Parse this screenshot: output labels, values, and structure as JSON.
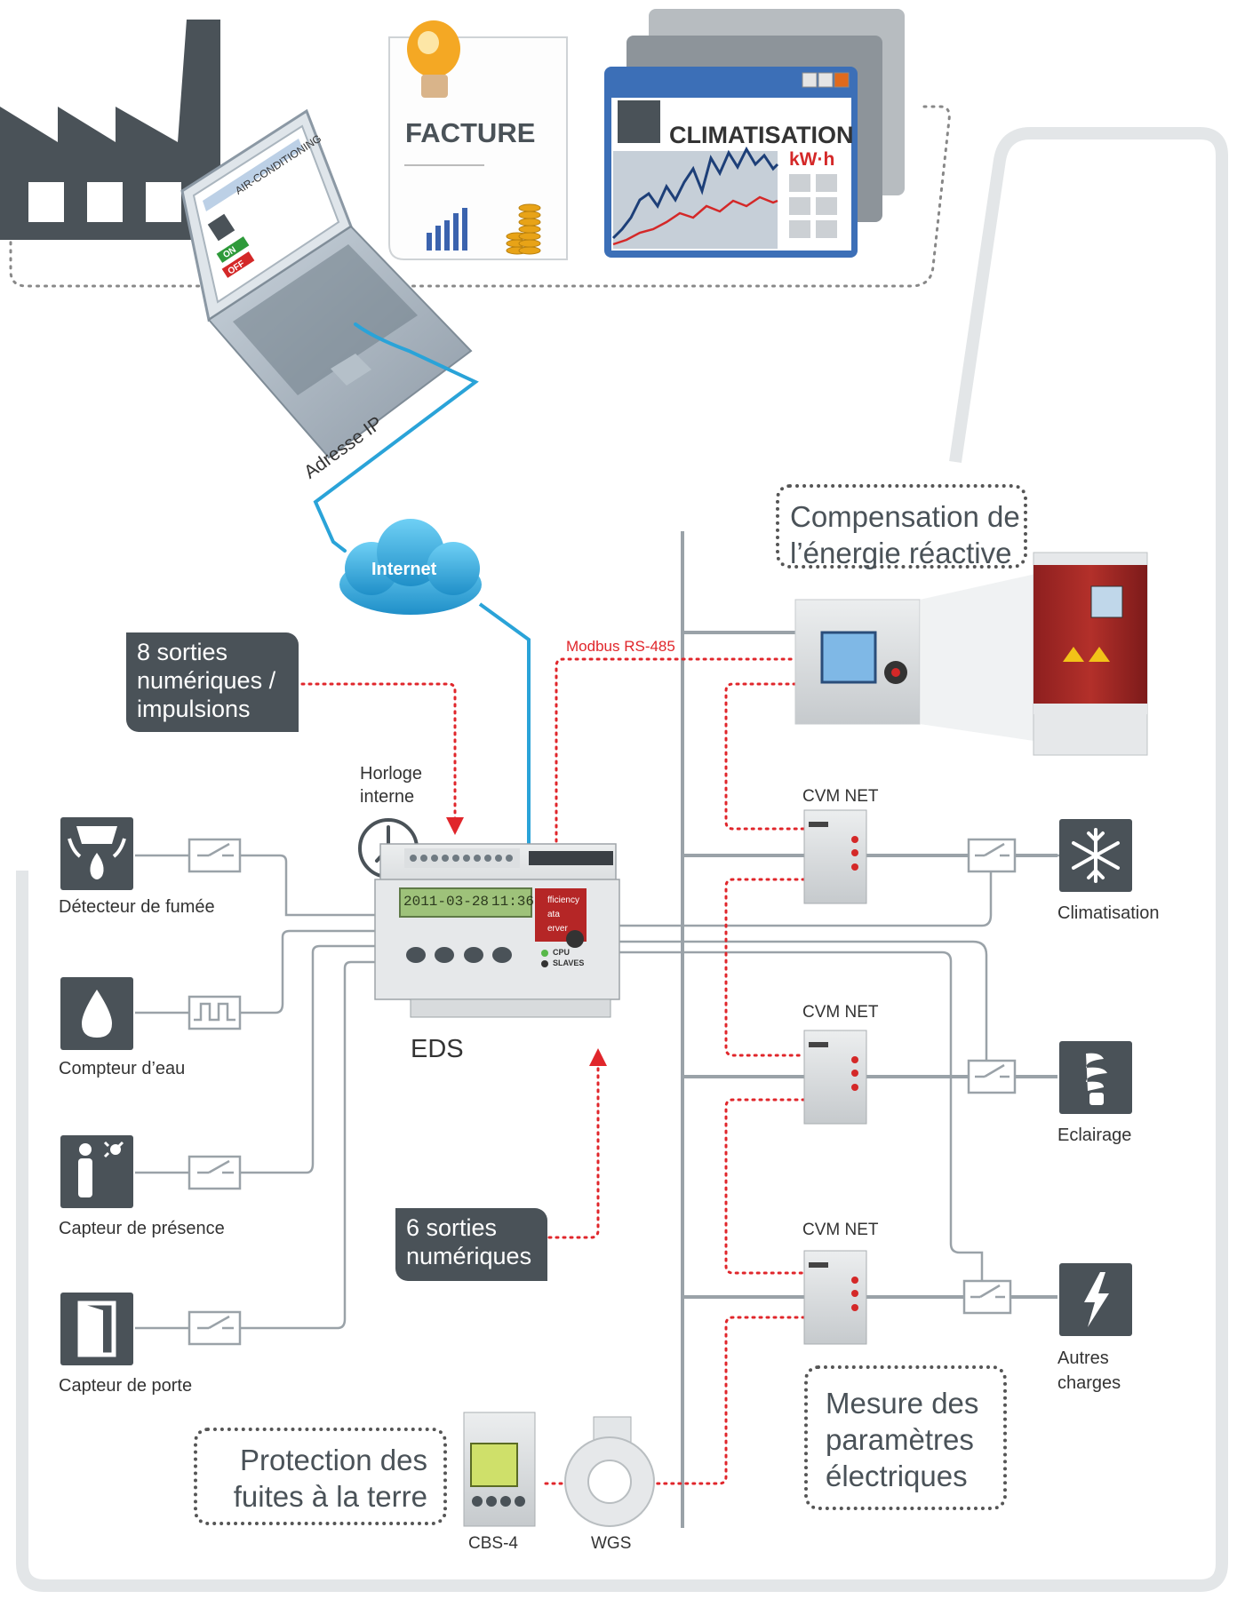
{
  "top": {
    "facture_title": "FACTURE",
    "climatisation_title": "CLIMATISATION",
    "kwh_label": "kW·h",
    "laptop_screen_title": "AIR-CONDITIONING",
    "laptop_on": "ON",
    "laptop_off": "OFF"
  },
  "network": {
    "ip_label": "Adresse IP",
    "internet_label": "Internet",
    "modbus_label": "Modbus RS-485"
  },
  "eds": {
    "name": "EDS",
    "display_date": "2011-03-28",
    "display_time": "11:36",
    "panel_line1": "fficiency",
    "panel_line2": "ata",
    "panel_line3": "erver",
    "led_cpu": "CPU",
    "led_slaves": "SLAVES",
    "clock_label_line1": "Horloge",
    "clock_label_line2": "interne"
  },
  "callouts": {
    "outputs8_line1": "8 sorties",
    "outputs8_line2": "numériques /",
    "outputs8_line3": "impulsions",
    "outputs6_line1": "6 sorties",
    "outputs6_line2": "numériques"
  },
  "sensors": [
    {
      "label": "Détecteur de fumée",
      "icon": "smoke-detector-icon"
    },
    {
      "label": "Compteur d’eau",
      "icon": "water-drop-icon"
    },
    {
      "label": "Capteur de présence",
      "icon": "presence-sensor-icon"
    },
    {
      "label": "Capteur de porte",
      "icon": "door-icon"
    }
  ],
  "meters": {
    "cvm_label": "CVM NET",
    "cbs_label": "CBS-4",
    "wgs_label": "WGS"
  },
  "loads": [
    {
      "label": "Climatisation",
      "icon": "snowflake-icon"
    },
    {
      "label": "Eclairage",
      "icon": "bulb-icon"
    },
    {
      "label_line1": "Autres",
      "label_line2": "charges",
      "icon": "lightning-icon"
    }
  ],
  "boxes": {
    "compensation_line1": "Compensation de",
    "compensation_line2": "l’énergie réactive",
    "mesure_line1": "Mesure des",
    "mesure_line2": "paramètres",
    "mesure_line3": "électriques",
    "protection_line1": "Protection des",
    "protection_line2": "fuites à la terre"
  },
  "colors": {
    "dark": "#4a5258",
    "blue": "#2aa3d8",
    "red": "#e0262b",
    "line": "#9aa2a8"
  }
}
